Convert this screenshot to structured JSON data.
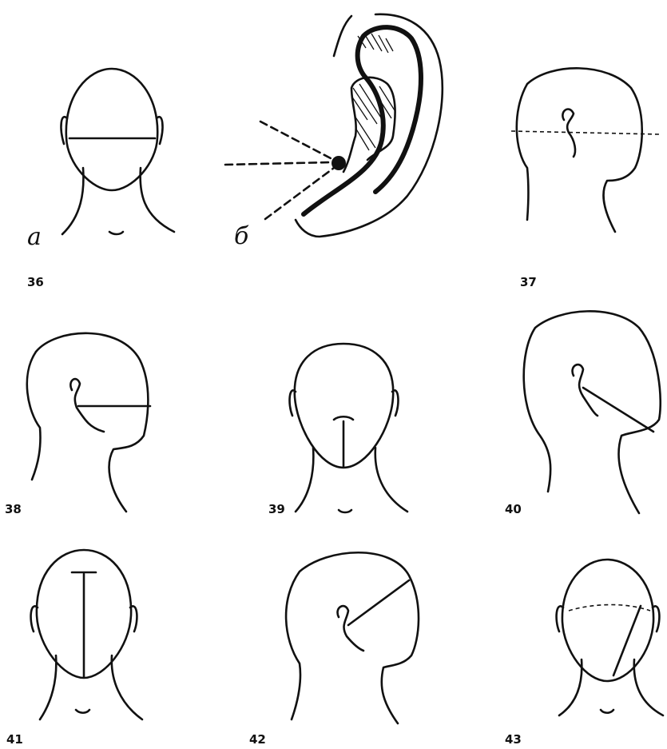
{
  "figures": [
    {
      "number": "36",
      "parts": [
        "a",
        "б"
      ]
    },
    {
      "number": "37"
    },
    {
      "number": "38"
    },
    {
      "number": "39"
    },
    {
      "number": "40"
    },
    {
      "number": "41"
    },
    {
      "number": "42"
    },
    {
      "number": "43"
    }
  ],
  "letters": {
    "a": "a",
    "b": "б"
  }
}
